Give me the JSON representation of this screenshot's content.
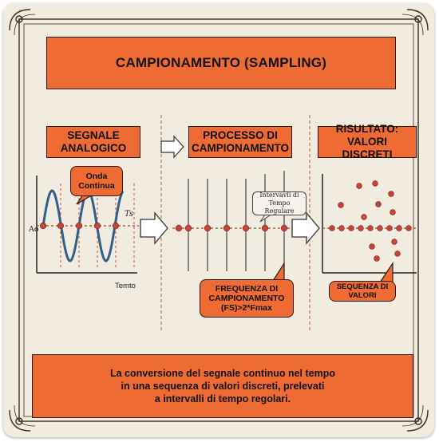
{
  "title": "CAMPIONAMENTO (SAMPLING)",
  "sections": [
    {
      "line1": "SEGNALE",
      "line2": "ANALOGICO"
    },
    {
      "line1": "PROCESSO DI",
      "line2": "CAMPIONAMENTO"
    },
    {
      "line1": "RISULTATO:",
      "line2": "VALORI DISCRETI"
    }
  ],
  "callouts": {
    "onda": {
      "line1": "Onda",
      "line2": "Continua"
    },
    "intervalli": {
      "line1": "Intervavli di",
      "line2": "Tempo Regulare"
    },
    "frequenza": {
      "line1": "FREQUENZA DI",
      "line2": "CAMPIONAMENTO",
      "line3": "(FS)>2*Fmax"
    },
    "sequenza": {
      "line1": "SEQUENZA DI",
      "line2": "VALORI"
    }
  },
  "labels": {
    "ao": "Ao",
    "ts": "Ts",
    "tempo": "Temto"
  },
  "summary": {
    "line1": "La conversione del segnale continuo nel tempo",
    "line2": "in una sequenza di valori discreti, prelevati",
    "line3": "a intervalli di tempo regolari."
  },
  "colors": {
    "accent": "#ee6b33",
    "background": "#f2ebe0",
    "wave": "#2f5f8a",
    "dot": "#c8443a",
    "dash": "#b85a3c"
  }
}
